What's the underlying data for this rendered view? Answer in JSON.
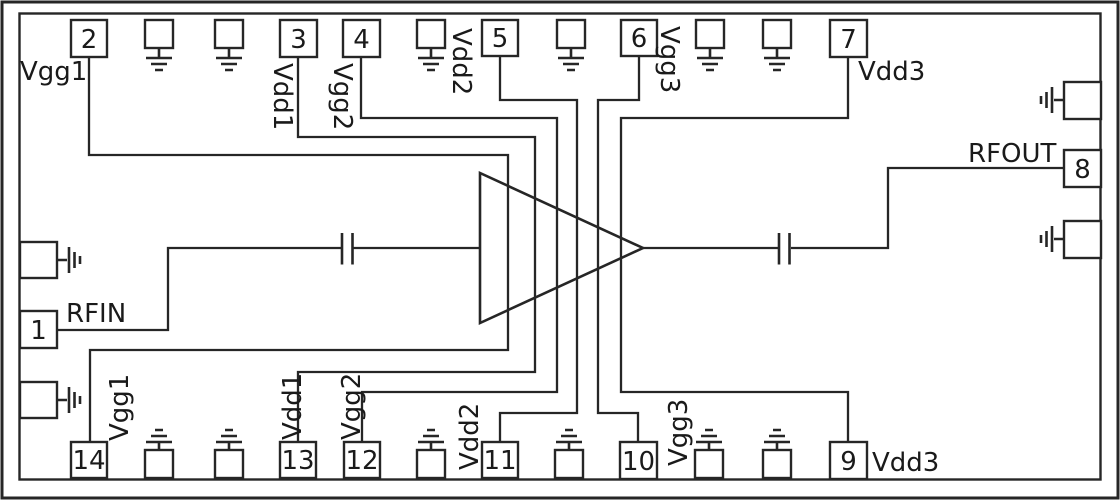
{
  "pads": {
    "p1": "1",
    "p2": "2",
    "p3": "3",
    "p4": "4",
    "p5": "5",
    "p6": "6",
    "p7": "7",
    "p8": "8",
    "p9": "9",
    "p10": "10",
    "p11": "11",
    "p12": "12",
    "p13": "13",
    "p14": "14"
  },
  "labels": {
    "rfin": "RFIN",
    "rfout": "RFOUT",
    "top": {
      "vgg1": "Vgg1",
      "vdd1": "Vdd1",
      "vgg2": "Vgg2",
      "vdd2": "Vdd2",
      "vgg3": "Vgg3",
      "vdd3": "Vdd3"
    },
    "bottom": {
      "vgg1": "Vgg1",
      "vdd1": "Vdd1",
      "vgg2": "Vgg2",
      "vdd2": "Vdd2",
      "vgg3": "Vgg3",
      "vdd3": "Vdd3"
    }
  },
  "colors": {
    "line": "#262626",
    "text": "#1a1a1a",
    "background": "#ffffff"
  }
}
